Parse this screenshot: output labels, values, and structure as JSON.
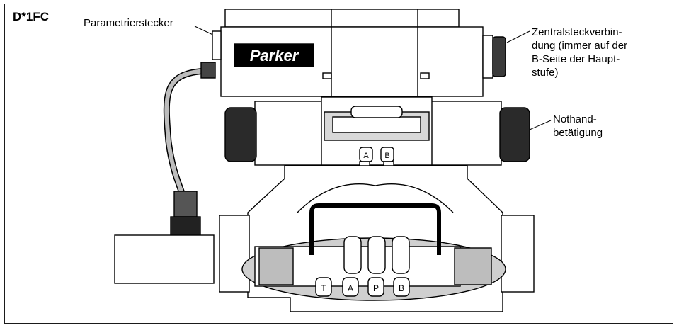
{
  "model_code": "D*1FC",
  "labels": {
    "parameter_plug": "Parametrierstecker",
    "central_plug": [
      "Zentralsteckverbin-",
      "dung (immer auf der",
      "B-Seite der Haupt-",
      "stufe)"
    ],
    "manual_override": [
      "Nothand-",
      "betätigung"
    ]
  },
  "brand": "Parker",
  "pilot_ports": [
    "A",
    "B"
  ],
  "main_ports": [
    "T",
    "A",
    "P",
    "B"
  ],
  "colors": {
    "line": "#000000",
    "body": "#ffffff",
    "shade": "#cfcfcf",
    "dark": "#2a2a2a"
  }
}
